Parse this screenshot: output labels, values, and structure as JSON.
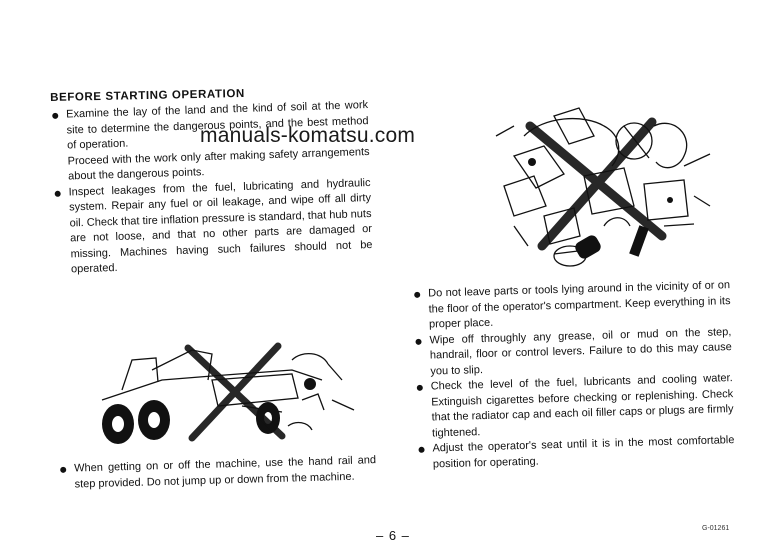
{
  "watermark": "manuals-komatsu.com",
  "section_heading": "BEFORE STARTING OPERATION",
  "left_column": {
    "items": [
      {
        "paragraphs": [
          "Examine the lay of the land and the kind of soil at the work site to determine the dangerous points, and the best method of operation.",
          "Proceed with the work only after making safety arrangements about the dangerous points."
        ]
      },
      {
        "paragraphs": [
          "Inspect leakages from the fuel, lubricating and hydraulic system. Repair any fuel or oil leakage, and wipe off all dirty oil. Check that tire inflation pressure is standard, that hub nuts are not loose, and that no other parts are damaged or missing. Machines having such failures should not be operated."
        ]
      }
    ]
  },
  "left_bottom": {
    "items": [
      {
        "text": "When getting on or off the machine, use the hand rail and step provided. Do not jump up or down from the machine."
      }
    ]
  },
  "right_column": {
    "items": [
      {
        "text": "Do not leave parts or tools lying around in the vicinity of or on the floor of the operator's compartment. Keep everything in its proper place."
      },
      {
        "text": "Wipe off throughly any grease, oil or mud on the step, handrail, floor or control levers. Failure to do this may cause you to slip."
      },
      {
        "text": "Check the level of the fuel, lubricants and cooling water. Extinguish cigarettes before checking or replenishing. Check that the radiator cap and each oil filler caps or plugs are firmly tightened."
      },
      {
        "text": "Adjust the operator's seat until it is in the most comfortable position for operating."
      }
    ]
  },
  "page_number": "– 6 –",
  "figure_code": "G-01261",
  "icons": {
    "top_illustration": "cluttered-cab-crossed-out-illustration",
    "bottom_illustration": "motor-grader-crossed-out-illustration"
  }
}
